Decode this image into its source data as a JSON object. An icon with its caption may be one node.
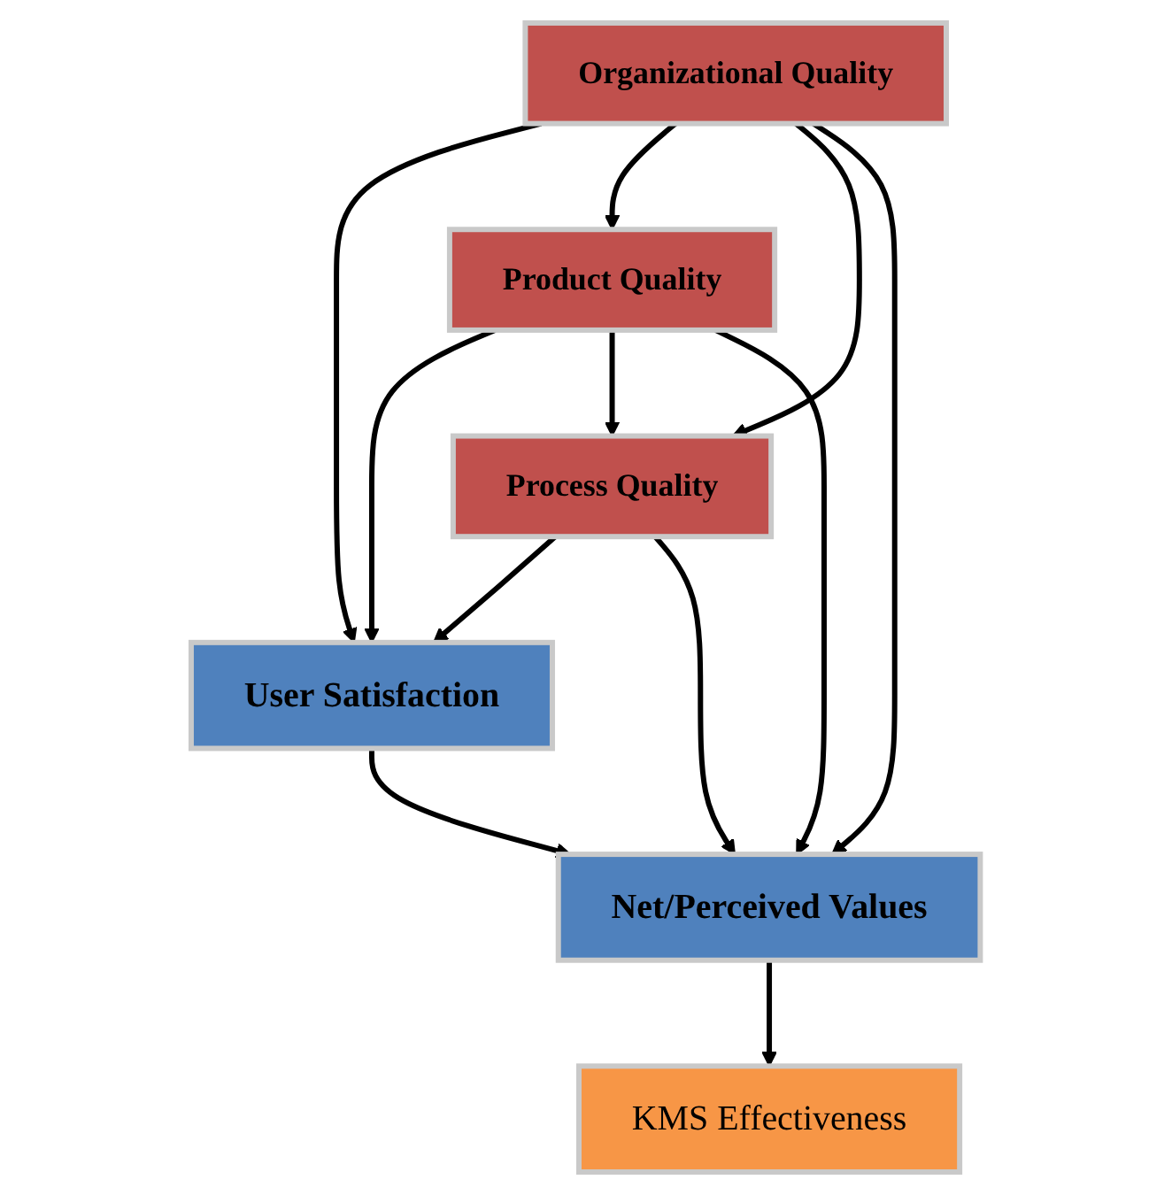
{
  "diagram": {
    "nodes": [
      {
        "text": [
          "User Satisfaction"
        ]
      },
      {
        "text": [
          "Product Quality"
        ]
      },
      {
        "text": [
          "Process Quality"
        ]
      },
      {
        "text": [
          "Organizational Quality"
        ]
      },
      {
        "text": [
          "Net/Perceived Values"
        ]
      },
      {
        "text": [
          "KMS Effectiveness"
        ]
      }
    ],
    "edges": [
      {
        "from": 1,
        "to": 0,
        "arrow": "to"
      },
      {
        "from": 2,
        "to": 0,
        "arrow": "to"
      },
      {
        "from": 3,
        "to": 0,
        "arrow": "to"
      },
      {
        "from": 3,
        "to": 1,
        "arrow": "to"
      },
      {
        "from": 1,
        "to": 2,
        "arrow": "to"
      },
      {
        "from": 3,
        "to": 2,
        "arrow": "to"
      },
      {
        "from": 0,
        "to": 4,
        "arrow": "to"
      },
      {
        "from": 1,
        "to": 4,
        "arrow": "to"
      },
      {
        "from": 2,
        "to": 4,
        "arrow": "to"
      },
      {
        "from": 3,
        "to": 4,
        "arrow": "to"
      },
      {
        "from": 4,
        "to": 5,
        "arrow": "to"
      }
    ]
  }
}
